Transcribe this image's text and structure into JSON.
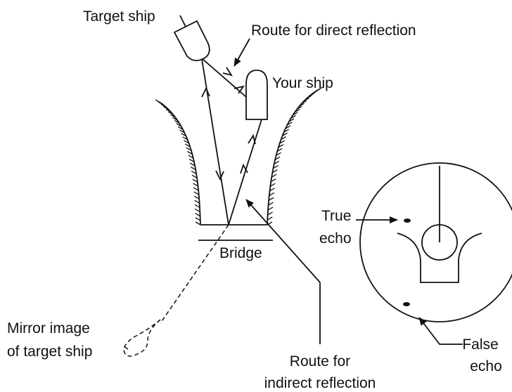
{
  "labels": {
    "target_ship": "Target ship",
    "route_direct": "Route for direct reflection",
    "your_ship": "Your ship",
    "bridge": "Bridge",
    "true_echo_line1": "True",
    "true_echo_line2": "echo",
    "mirror_line1": "Mirror image",
    "mirror_line2": "of target ship",
    "route_indirect_line1": "Route for",
    "route_indirect_line2": "indirect reflection",
    "false_echo_line1": "False",
    "false_echo_line2": "echo"
  }
}
